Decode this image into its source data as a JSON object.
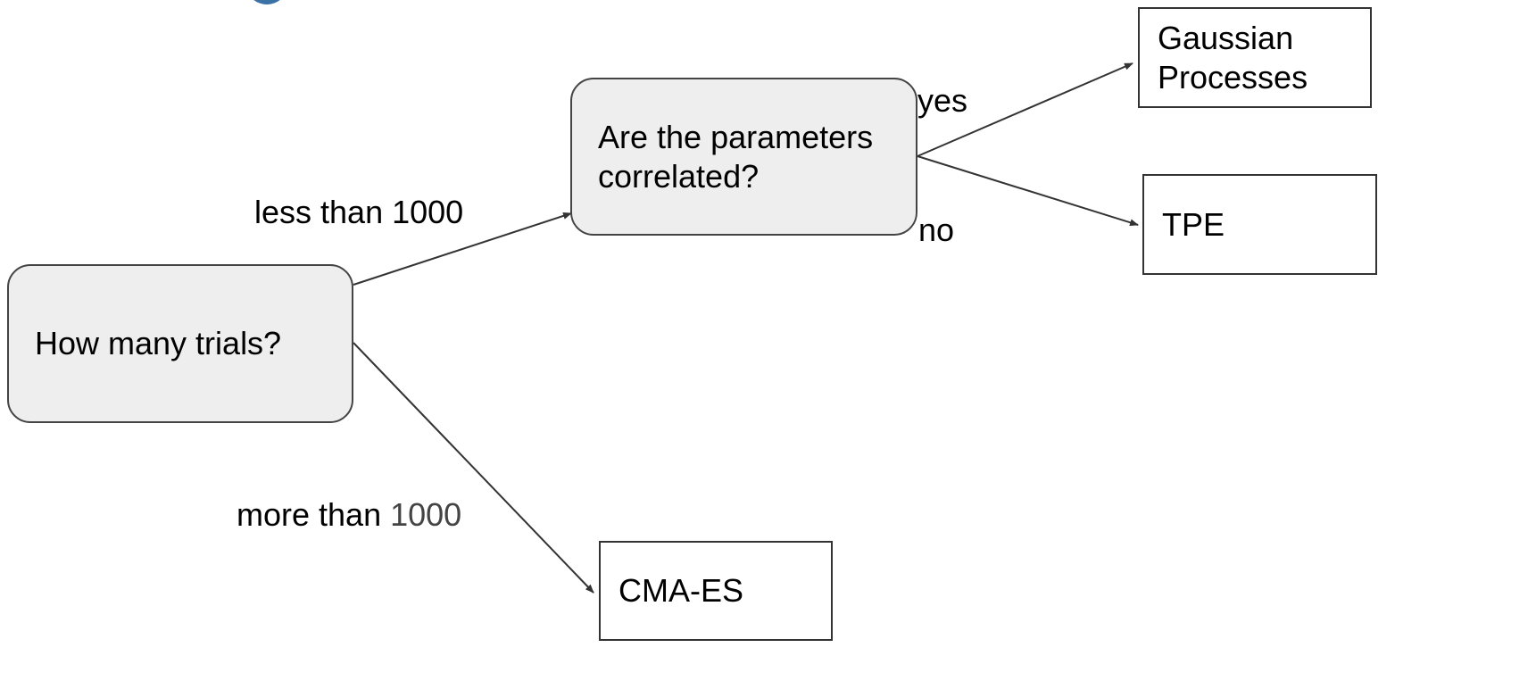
{
  "diagram": {
    "nodes": {
      "trials_question": "How many trials?",
      "correlation_question": "Are the parameters\ncorrelated?",
      "gaussian_processes": "Gaussian\nProcesses",
      "tpe": "TPE",
      "cma_es": "CMA-ES"
    },
    "edge_labels": {
      "less_than_prefix": "less than 1000",
      "more_than_prefix": "more than ",
      "more_than_number": "1000",
      "yes": "yes",
      "no": "no"
    }
  }
}
